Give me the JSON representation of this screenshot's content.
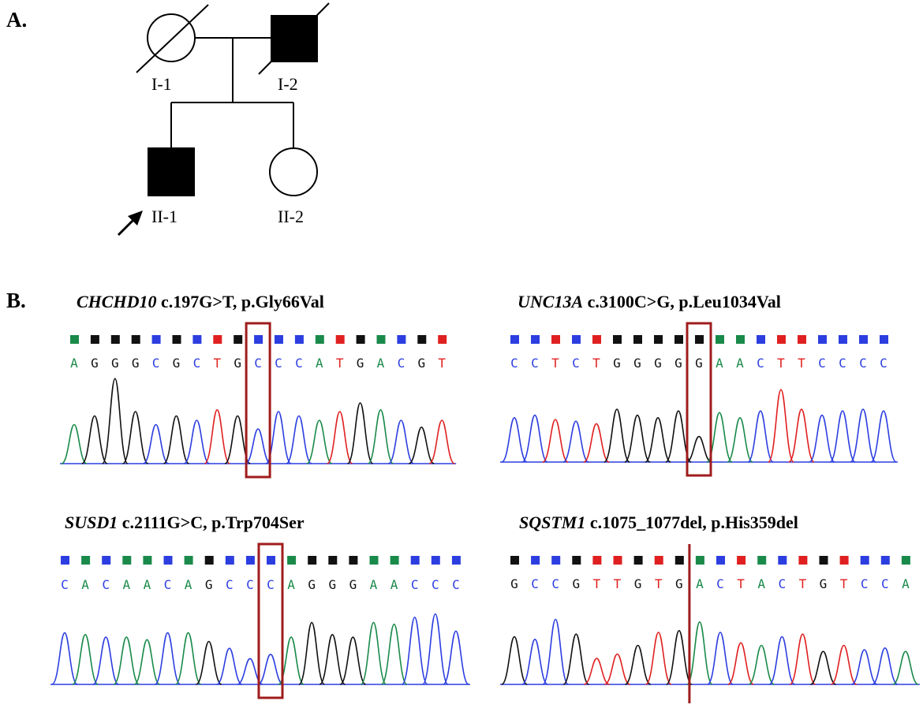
{
  "panel_a": {
    "letter": "A.",
    "members": [
      {
        "id": "I-1",
        "sex": "female",
        "affected": false,
        "deceased": true
      },
      {
        "id": "I-2",
        "sex": "male",
        "affected": true,
        "deceased": true
      },
      {
        "id": "II-1",
        "sex": "male",
        "affected": true,
        "deceased": false,
        "proband": true
      },
      {
        "id": "II-2",
        "sex": "female",
        "affected": false,
        "deceased": false
      }
    ]
  },
  "panel_b": {
    "letter": "B.",
    "base_colors": {
      "A": "#1a8a4a",
      "C": "#2c3ee0",
      "G": "#111111",
      "T": "#e02020"
    },
    "highlight_color": "#a01c1c",
    "panels": [
      {
        "gene": "CHCHD10",
        "variant": "c.197G>T, p.Gly66Val",
        "sequence": "AGGGCGCTGCCCATGACGT",
        "marker_index": 9,
        "marker": "box"
      },
      {
        "gene": "UNC13A",
        "variant": "c.3100C>G, p.Leu1034Val",
        "sequence": "CCTCTGGGGGAACTTCCCC",
        "marker_index": 9,
        "marker": "box"
      },
      {
        "gene": "SUSD1",
        "variant": "c.2111G>C, p.Trp704Ser",
        "sequence": "CACAACAGCCCAGGGAACCC",
        "marker_index": 10,
        "marker": "box"
      },
      {
        "gene": "SQSTM1",
        "variant": "c.1075_1077del, p.His359del",
        "sequence": "GCCGTTGTGACTACTGTCCA",
        "marker_index": 9,
        "marker": "line"
      }
    ]
  }
}
